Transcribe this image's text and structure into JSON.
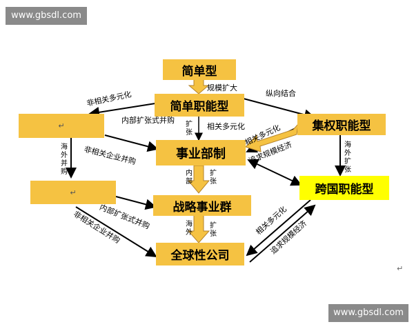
{
  "watermark": {
    "top": "www.gbsdl.com",
    "bottom": "www.gbsdl.com"
  },
  "boxes": {
    "simple": "简单型",
    "simple_functional": "简单职能型",
    "centralized_functional": "集权职能型",
    "division": "事业部制",
    "multinational_functional": "跨国职能型",
    "strategic_group": "战略事业群",
    "global_company": "全球性公司",
    "empty_left_1": "↵",
    "empty_left_2": "↵"
  },
  "labels": {
    "scale_expand": "规模扩大",
    "unrelated_diversify_top": "非相关多元化",
    "vertical_integration": "纵向结合",
    "internal_expansion_acq": "内部扩张式并购",
    "expand_v1": "扩张",
    "related_diversify_mid": "相关多元化",
    "unrelated_enterprise_acq_top": "非相关企业并购",
    "related_diversify_center": "相关多元化",
    "scale_economy_center": "追求规模经济",
    "overseas_acq": "海外并购",
    "overseas_expand": "海外扩张",
    "internal_v": "内部",
    "expand_v2": "扩张",
    "internal_expansion_acq_lower": "内部扩张式并购",
    "unrelated_enterprise_acq_lower": "非相关企业并购",
    "overseas_v": "海外",
    "expand_v3": "扩张",
    "related_diversify_right": "相关多元化",
    "scale_economy_right": "追求规模经济",
    "paragraph_mark": "↵"
  },
  "colors": {
    "orange": "#f5c242",
    "yellow": "#ffff00",
    "arrow": "#000000",
    "watermark_bg": "#8a8a8a"
  }
}
